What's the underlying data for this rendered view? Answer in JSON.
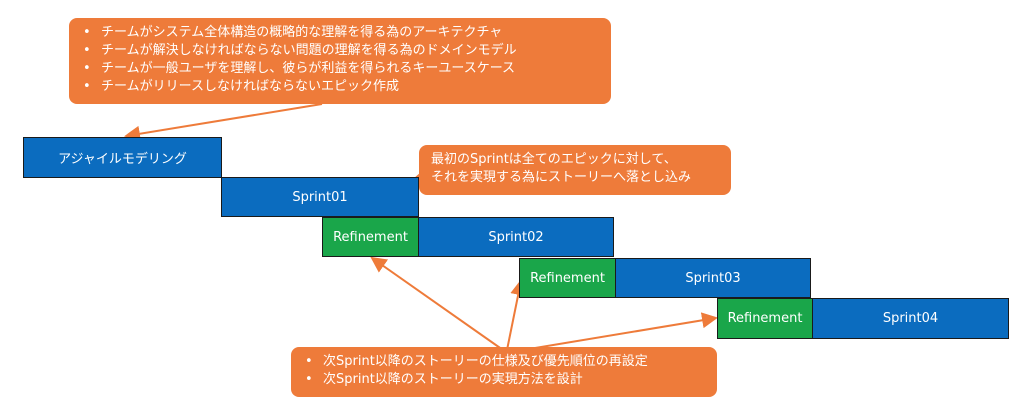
{
  "top_callout": {
    "items": [
      "チームがシステム全体構造の概略的な理解を得る為のアーキテクチャ",
      "チームが解決しなければならない問題の理解を得る為のドメインモデル",
      "チームが一般ユーザを理解し、彼らが利益を得られるキーユースケース",
      "チームがリリースしなければならないエピック作成"
    ]
  },
  "middle_callout": {
    "lines": [
      "最初のSprintは全てのエピックに対して、",
      "それを実現する為にストーリーへ落とし込み"
    ]
  },
  "bottom_callout": {
    "items": [
      "次Sprint以降のストーリーの仕様及び優先順位の再設定",
      "次Sprint以降のストーリーの実現方法を設計"
    ]
  },
  "boxes": {
    "agile_modeling": "アジャイルモデリング",
    "sprint01": "Sprint01",
    "sprint02": "Sprint02",
    "sprint03": "Sprint03",
    "sprint04": "Sprint04",
    "refinement_1": "Refinement",
    "refinement_2": "Refinement",
    "refinement_3": "Refinement"
  },
  "colors": {
    "sprint_blue": "#0b6cbf",
    "refinement_green": "#1aa64a",
    "callout_orange": "#ee7b3a"
  }
}
